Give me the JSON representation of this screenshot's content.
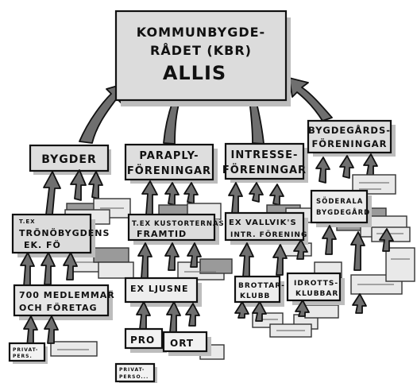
{
  "top": {
    "line1": "KOMMUNBYGDE-",
    "line2": "RÅDET (KBR)",
    "line3": "ALLIS"
  },
  "level2": {
    "bygder": "BYGDER",
    "paraply_1": "PARAPLY-",
    "paraply_2": "FÖRENINGAR",
    "intresse_1": "INTRESSE-",
    "intresse_2": "FÖRENINGAR",
    "bygdegard_1": "BYGDEGÅRDS-",
    "bygdegard_2": "FÖRENINGAR"
  },
  "level3": {
    "tronobygdens_1": "T.EX",
    "tronobygdens_2": "TRÖNÖBYGDENS",
    "tronobygdens_3": "EK. FÖ",
    "kustorter_1": "T.EX KUSTORTERNAS",
    "kustorter_2": "FRAMTID",
    "vallvik_1": "EX VALLVIK'S",
    "vallvik_2": "INTR. FÖRENING",
    "soderala_1": "SÖDERALA",
    "soderala_2": "BYGDEGÅRD"
  },
  "level4": {
    "medlemmar_1": "700 MEDLEMMAR",
    "medlemmar_2": "OCH FÖRETAG",
    "ljusne": "EX LJUSNE",
    "brottar_1": "BROTTAR-",
    "brottar_2": "KLUBB",
    "idrotts_1": "IDROTTS-",
    "idrotts_2": "KLUBBAR"
  },
  "level5": {
    "pro": "PRO",
    "ort": "ORT",
    "privat_1": "PRIVAT-",
    "privat_2": "PERS.",
    "privat_b1": "PRIVAT-",
    "privat_b2": "PERSO..."
  }
}
